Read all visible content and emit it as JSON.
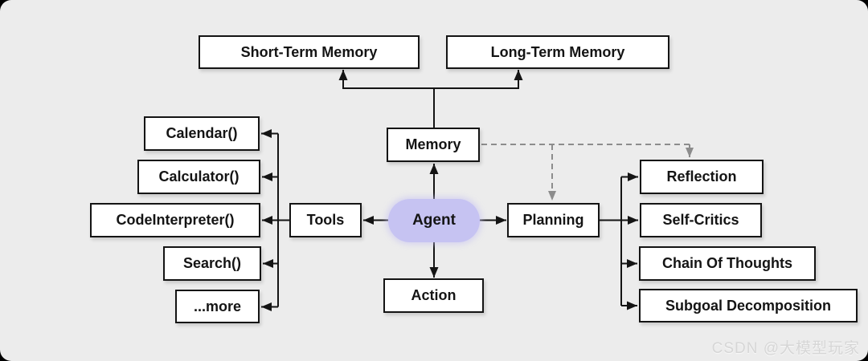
{
  "colors": {
    "background": "#ececec",
    "box_fill": "#ffffff",
    "box_border": "#141414",
    "agent_fill": "#c6c3f2",
    "solid_edge": "#141414",
    "dashed_edge": "#8c8c8c",
    "outside_corner": "#000000"
  },
  "nodes": {
    "short_term_memory": "Short-Term Memory",
    "long_term_memory": "Long-Term Memory",
    "memory": "Memory",
    "agent": "Agent",
    "action": "Action",
    "tools": "Tools",
    "planning": "Planning",
    "tool_items": [
      "Calendar()",
      "Calculator()",
      "CodeInterpreter()",
      "Search()",
      "...more"
    ],
    "planning_items": [
      "Reflection",
      "Self-Critics",
      "Chain Of Thoughts",
      "Subgoal Decomposition"
    ]
  },
  "edges": [
    {
      "from": "memory",
      "to": "short_term_memory",
      "style": "solid-arrow"
    },
    {
      "from": "memory",
      "to": "long_term_memory",
      "style": "solid-arrow"
    },
    {
      "from": "agent",
      "to": "memory",
      "style": "solid-arrow"
    },
    {
      "from": "agent",
      "to": "action",
      "style": "solid-arrow"
    },
    {
      "from": "agent",
      "to": "tools",
      "style": "solid-arrow"
    },
    {
      "from": "agent",
      "to": "planning",
      "style": "solid-arrow"
    },
    {
      "from": "tools",
      "to": "Calendar()",
      "style": "solid-arrow"
    },
    {
      "from": "tools",
      "to": "Calculator()",
      "style": "solid-arrow"
    },
    {
      "from": "tools",
      "to": "CodeInterpreter()",
      "style": "solid-arrow"
    },
    {
      "from": "tools",
      "to": "Search()",
      "style": "solid-arrow"
    },
    {
      "from": "tools",
      "to": "...more",
      "style": "solid-arrow"
    },
    {
      "from": "planning",
      "to": "Reflection",
      "style": "solid-arrow"
    },
    {
      "from": "planning",
      "to": "Self-Critics",
      "style": "solid-arrow"
    },
    {
      "from": "planning",
      "to": "Chain Of Thoughts",
      "style": "solid-arrow"
    },
    {
      "from": "planning",
      "to": "Subgoal Decomposition",
      "style": "solid-arrow"
    },
    {
      "from": "memory",
      "to": "planning",
      "style": "dashed-arrow"
    },
    {
      "from": "memory",
      "to": "Reflection",
      "style": "dashed-arrow"
    }
  ],
  "watermark": {
    "text": "CSDN @大模型玩家"
  }
}
